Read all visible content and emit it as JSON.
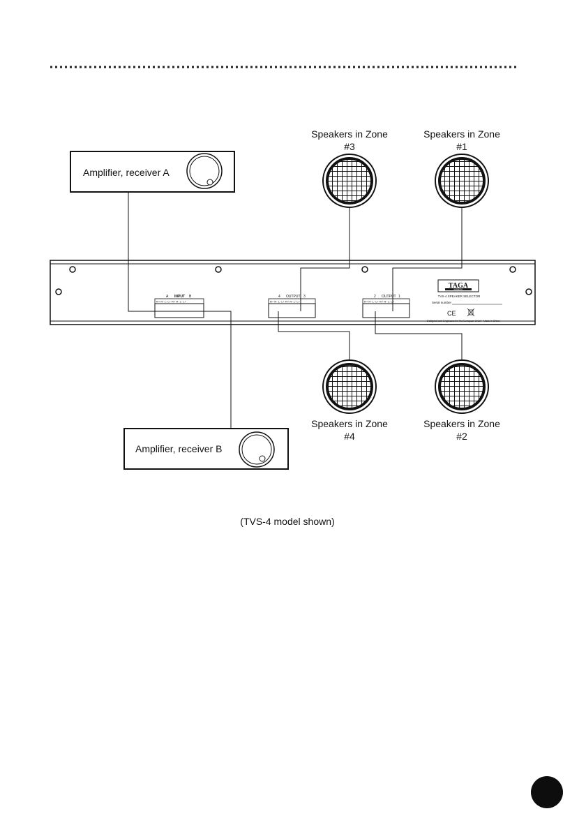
{
  "amplifiers": {
    "a": {
      "label": "Amplifier, receiver A"
    },
    "b": {
      "label": "Amplifier, receiver B"
    }
  },
  "zones": {
    "zone3": {
      "line1": "Speakers in Zone",
      "line2": "#3"
    },
    "zone1": {
      "line1": "Speakers in Zone",
      "line2": "#1"
    },
    "zone4": {
      "line1": "Speakers in Zone",
      "line2": "#4"
    },
    "zone2": {
      "line1": "Speakers in Zone",
      "line2": "#2"
    }
  },
  "panel": {
    "input": {
      "a": "A",
      "title": "INPUT",
      "b": "B"
    },
    "output_left": {
      "left": "4",
      "title": "OUTPUT",
      "right": "3"
    },
    "output_right": {
      "left": "2",
      "title": "OUTPUT",
      "right": "1"
    },
    "terminal_row": "R+  R-  L-  L+  R+  R-  L-  L+",
    "brand": "TAGA",
    "brand_sub": "HARMONY",
    "model_label": "TVS-4 SPEAKER SELECTOR",
    "serial_label": "Serial number",
    "ce_mark": "CE",
    "weee_mark": "X",
    "designed_text": "Designed and Engineered in the European Union",
    "made_text": "Made in China"
  },
  "caption": "(TVS-4 model shown)"
}
